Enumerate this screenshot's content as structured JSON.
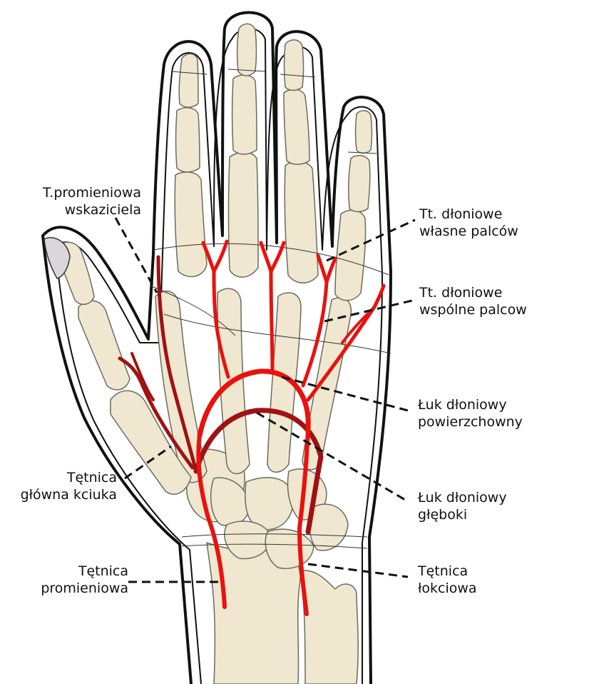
{
  "diagram": {
    "colors": {
      "background": "#ffffff",
      "outline": "#111111",
      "bone": "#efe7cf",
      "bone_stroke": "#6b6b5f",
      "artery_bright": "#e8120e",
      "artery_dark": "#a01212",
      "label_text": "#111111"
    },
    "labels": {
      "radialis_indicis": {
        "line1": "T.promieniowa",
        "line2": "wskaziciela"
      },
      "digitales_propriae": {
        "line1": "Tt. dłoniowe",
        "line2": "własne palców"
      },
      "digitales_communes": {
        "line1": "Tt. dłoniowe",
        "line2": "wspólne palcow"
      },
      "arcus_superficialis": {
        "line1": "Łuk dłoniowy",
        "line2": "powierzchowny"
      },
      "princeps_pollicis": {
        "line1": "Tętnica",
        "line2": "główna kciuka"
      },
      "arcus_profundus": {
        "line1": "Łuk dłoniowy",
        "line2": "głęboki"
      },
      "radialis": {
        "line1": "Tętnica",
        "line2": "promieniowa"
      },
      "ulnaris": {
        "line1": "Tętnica",
        "line2": "łokciowa"
      }
    }
  }
}
